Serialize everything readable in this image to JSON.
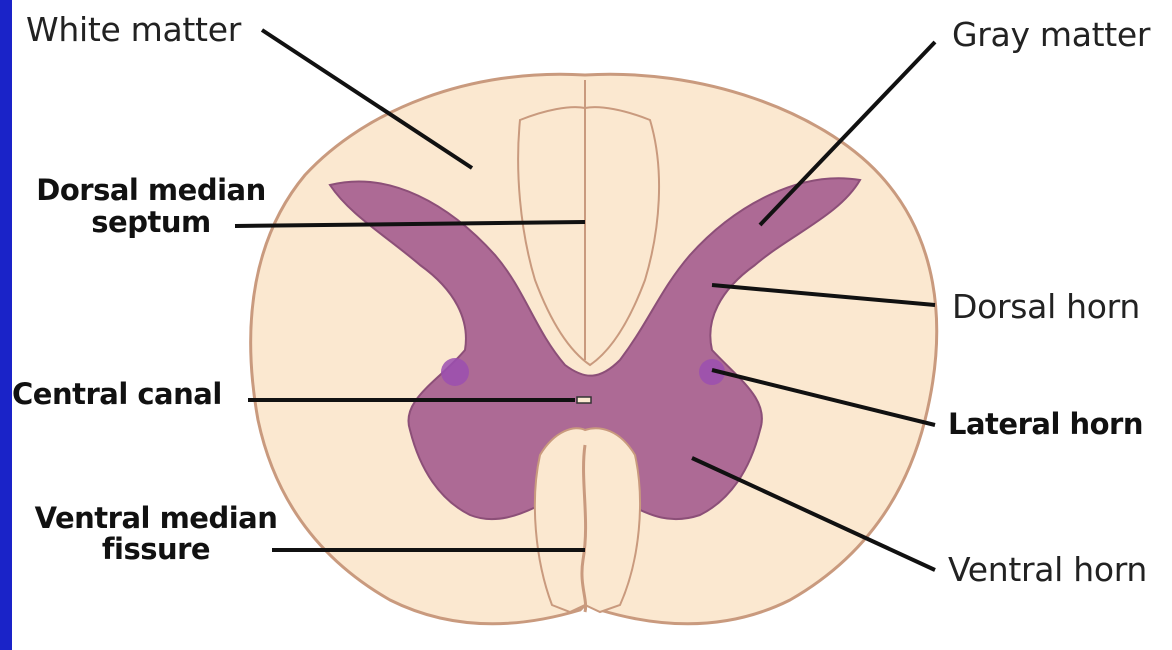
{
  "colors": {
    "frame": "#1a23c8",
    "background": "#ffffff",
    "white_matter": "#fbe8d0",
    "white_matter_outline": "#c99a7e",
    "gray_matter": "#ad6a95",
    "lateral_horn_spot": "#9b4fb0",
    "leader_line": "#111111"
  },
  "labels": {
    "white_matter": "White matter",
    "gray_matter": "Gray matter",
    "dorsal_median_septum_line1": "Dorsal median",
    "dorsal_median_septum_line2": "septum",
    "dorsal_horn": "Dorsal horn",
    "central_canal": "Central canal",
    "lateral_horn": "Lateral horn",
    "ventral_median_fissure_line1": "Ventral median",
    "ventral_median_fissure_line2": "fissure",
    "ventral_horn": "Ventral horn"
  }
}
